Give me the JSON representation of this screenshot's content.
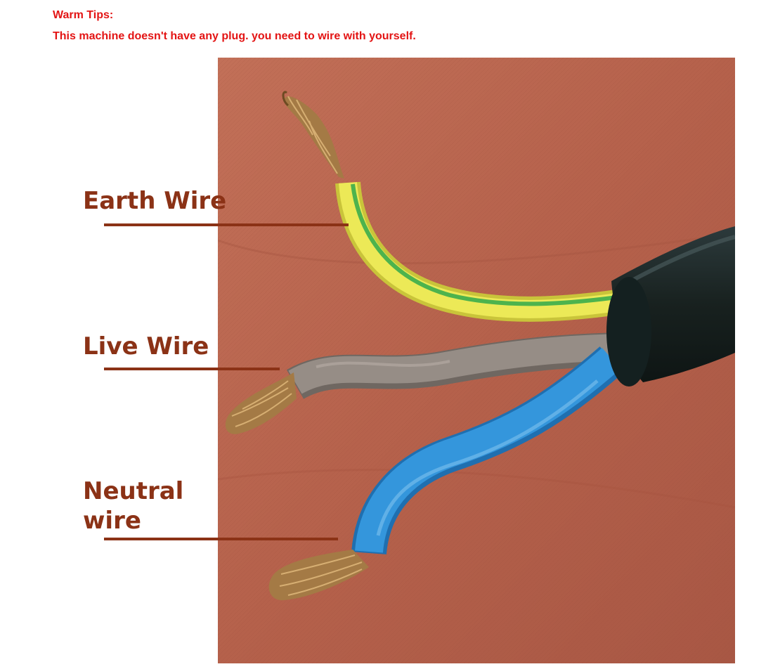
{
  "tips": {
    "heading": "Warm Tips:",
    "text": "This machine doesn't have any plug. you need to wire with yourself."
  },
  "labels": {
    "earth": "Earth Wire",
    "live": "Live Wire",
    "neutral": "Neutral wire"
  },
  "colors": {
    "tip_text": "#e31414",
    "label_text": "#8b3216",
    "background_cloth": "#b7654f",
    "earth_insulation": "#e6e54a",
    "earth_stripe": "#47b24a",
    "live_insulation": "#8f8680",
    "neutral_insulation": "#2f8fd6",
    "outer_sheath": "#1d2a2c",
    "copper": "#a47a45"
  }
}
